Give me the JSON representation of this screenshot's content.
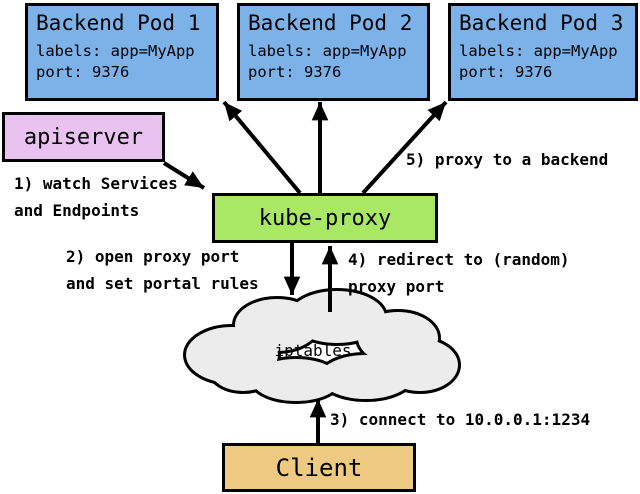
{
  "colors": {
    "pod": "#7cb2e8",
    "apiserver": "#e9c2f2",
    "kube_proxy": "#a8e864",
    "client": "#edc982",
    "cloud": "#ececec",
    "line": "#000000",
    "background": "#ffffff"
  },
  "pods": [
    {
      "title": "Backend Pod 1",
      "labels_line": "labels: app=MyApp",
      "port_line": "port: 9376"
    },
    {
      "title": "Backend Pod 2",
      "labels_line": "labels: app=MyApp",
      "port_line": "port: 9376"
    },
    {
      "title": "Backend Pod 3",
      "labels_line": "labels: app=MyApp",
      "port_line": "port: 9376"
    }
  ],
  "nodes": {
    "apiserver": "apiserver",
    "kube_proxy": "kube-proxy",
    "iptables": "iptables",
    "client": "Client"
  },
  "steps": {
    "step1": "1) watch Services\nand Endpoints",
    "step2": "2) open proxy port\nand set portal rules",
    "step3": "3) connect to 10.0.0.1:1234",
    "step4": "4) redirect to (random)\nproxy port",
    "step5": "5) proxy to a backend"
  }
}
